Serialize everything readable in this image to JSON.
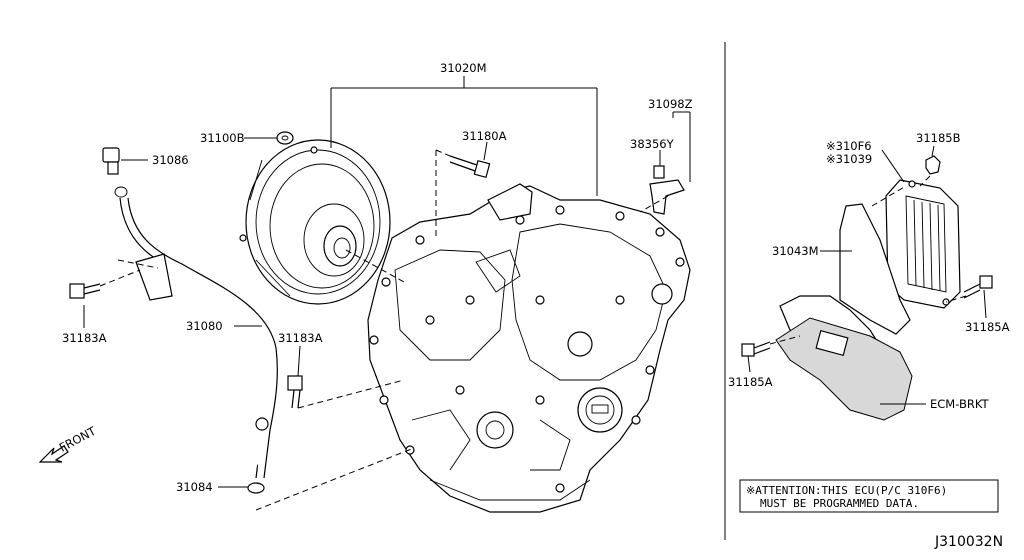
{
  "labels": {
    "p31020M": "31020M",
    "p31098Z": "31098Z",
    "p31100B": "31100B",
    "p31180A": "31180A",
    "p38356Y": "38356Y",
    "p31086": "31086",
    "p310F6": "※310F6",
    "p31039": "※31039",
    "p31185B": "31185B",
    "p31043M": "31043M",
    "p31183A_left": "31183A",
    "p31183A_mid": "31183A",
    "p31185A_right": "31185A",
    "p31185A_left": "31185A",
    "p31080": "31080",
    "p31084": "31084",
    "ecm_brkt": "ECM-BRKT",
    "front": "FRONT"
  },
  "note": {
    "line1": "※ATTENTION:THIS ECU(P/C 310F6)",
    "line2": "MUST BE PROGRAMMED DATA."
  },
  "diagram_code": "J310032N"
}
